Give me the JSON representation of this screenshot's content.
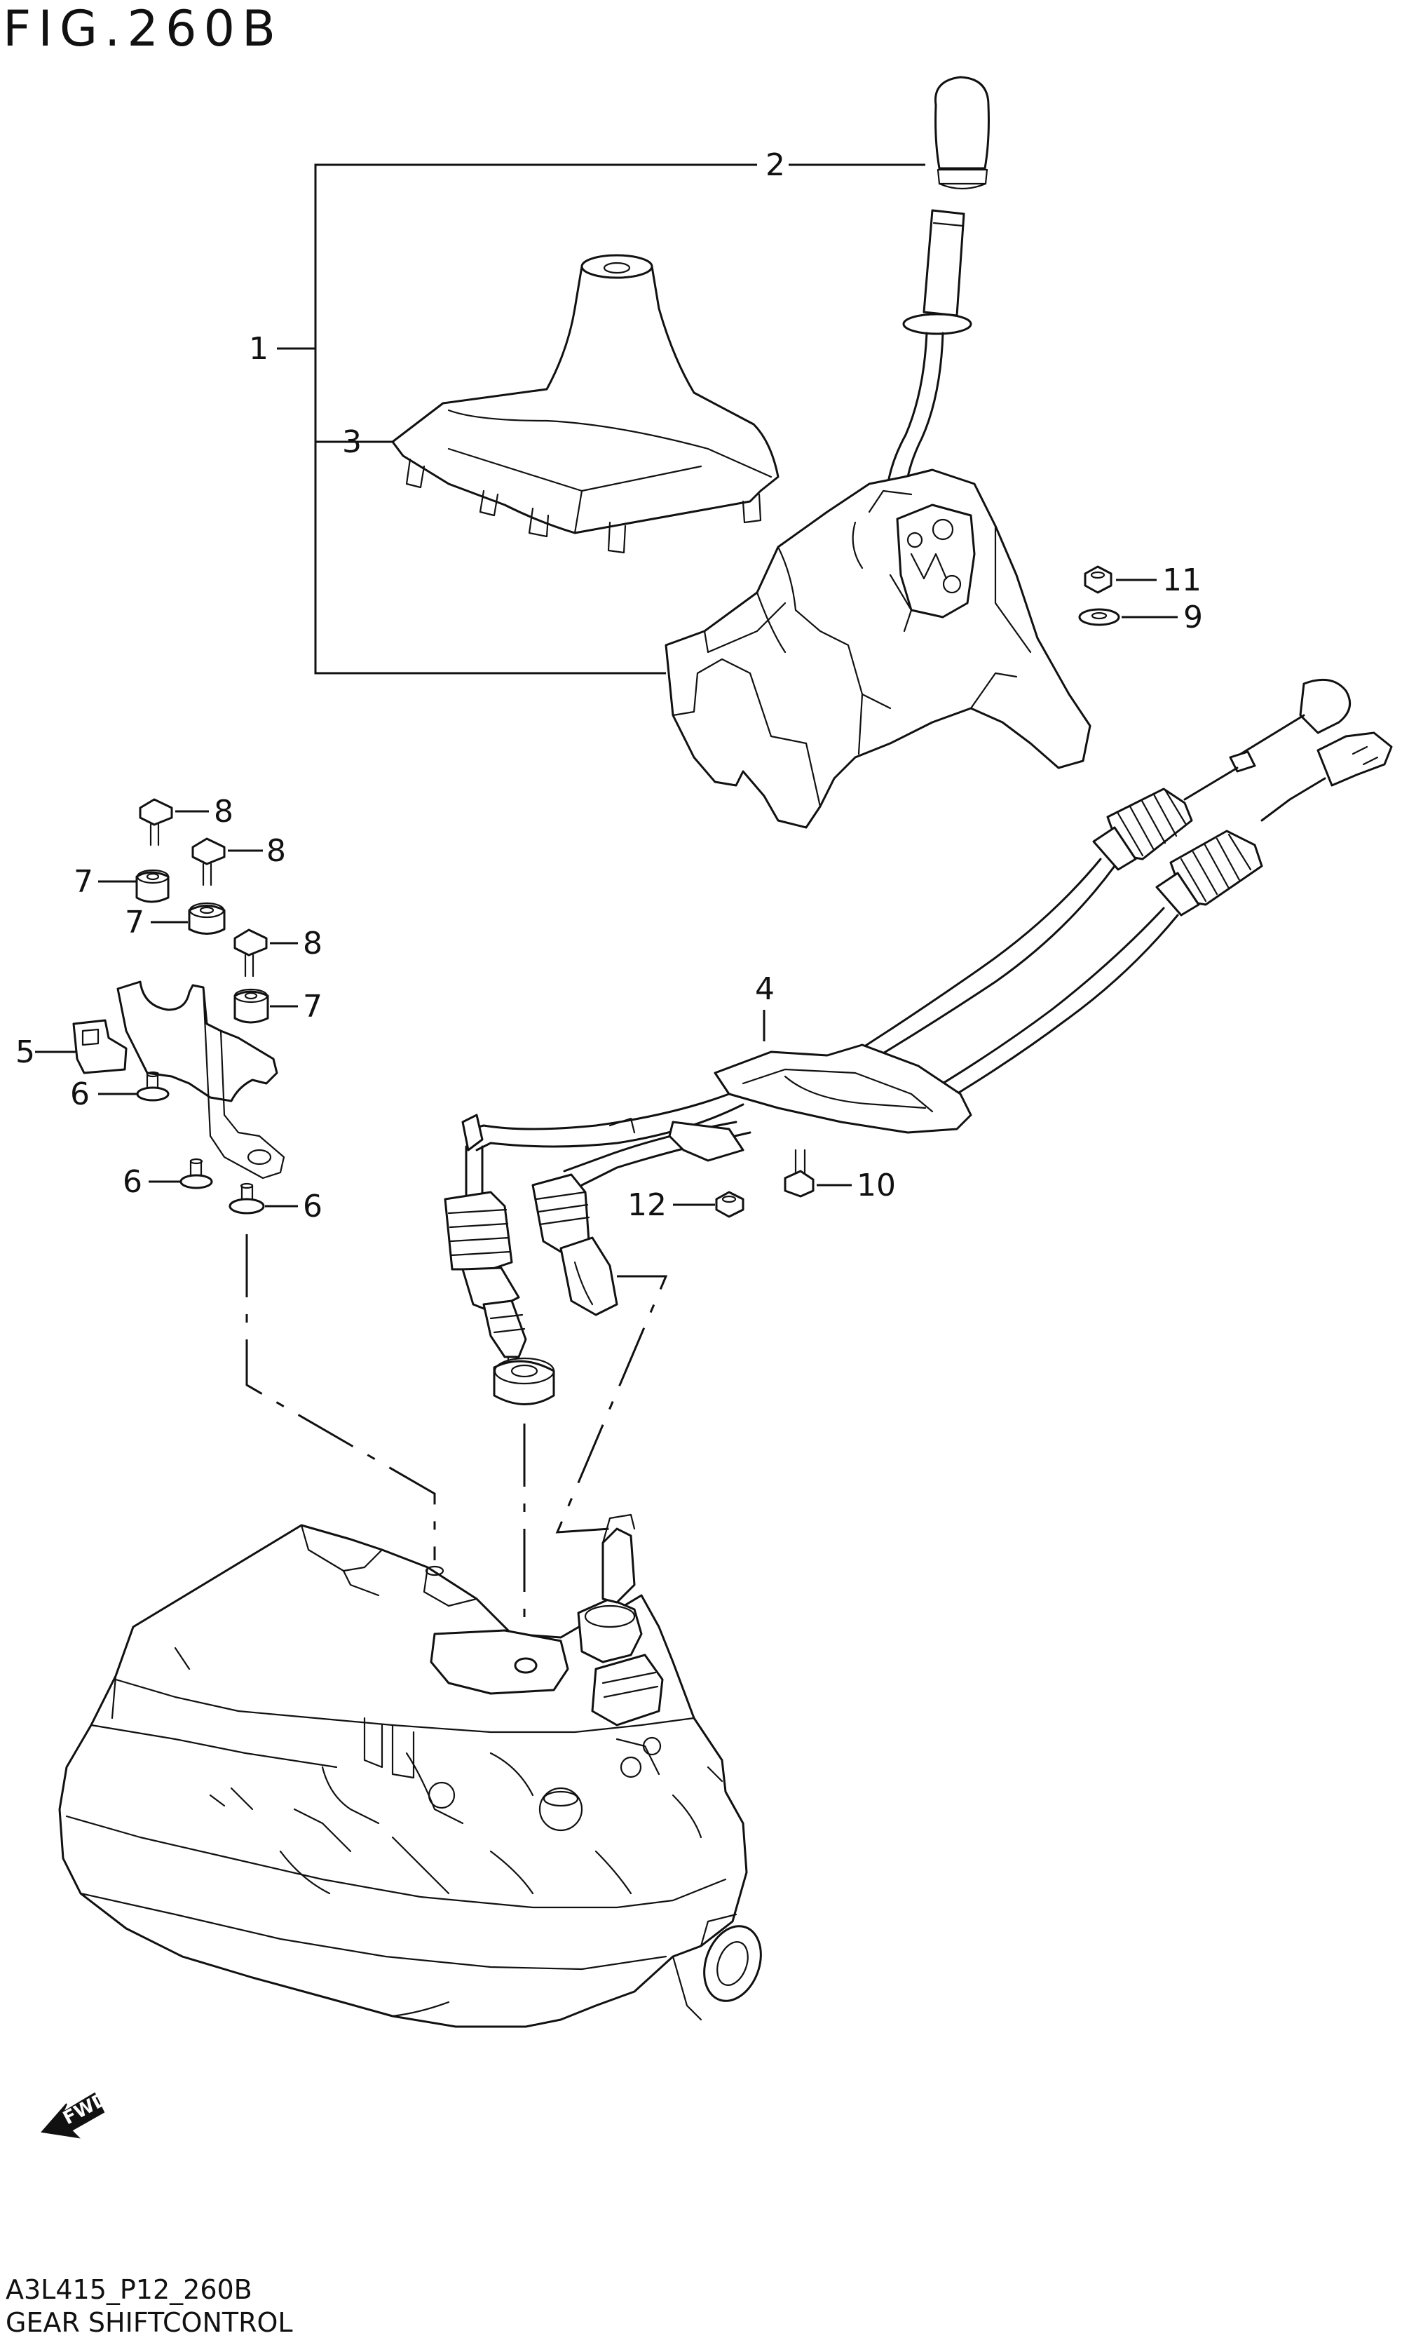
{
  "figure_title": "FIG.260B",
  "footer": {
    "code": "A3L415_P12_260B",
    "name": "GEAR SHIFTCONTROL"
  },
  "fwd_label": "FWD",
  "callouts": [
    {
      "id": "c2",
      "number": "2"
    },
    {
      "id": "c1",
      "number": "1"
    },
    {
      "id": "c3",
      "number": "3"
    },
    {
      "id": "c11",
      "number": "11"
    },
    {
      "id": "c9",
      "number": "9"
    },
    {
      "id": "c8a",
      "number": "8"
    },
    {
      "id": "c8b",
      "number": "8"
    },
    {
      "id": "c7a",
      "number": "7"
    },
    {
      "id": "c7b",
      "number": "7"
    },
    {
      "id": "c8c",
      "number": "8"
    },
    {
      "id": "c7c",
      "number": "7"
    },
    {
      "id": "c4",
      "number": "4"
    },
    {
      "id": "c5",
      "number": "5"
    },
    {
      "id": "c6a",
      "number": "6"
    },
    {
      "id": "c6b",
      "number": "6"
    },
    {
      "id": "c6c",
      "number": "6"
    },
    {
      "id": "c10",
      "number": "10"
    },
    {
      "id": "c12",
      "number": "12"
    }
  ]
}
